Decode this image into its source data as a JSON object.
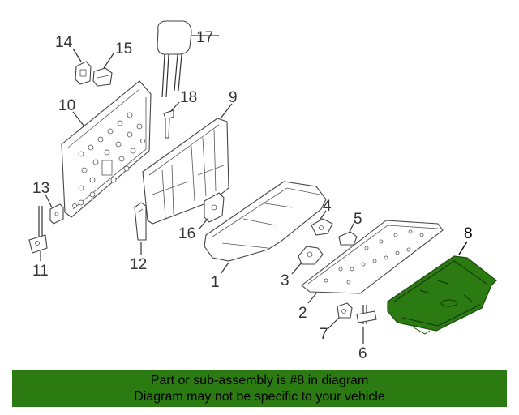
{
  "callouts": {
    "c1": "1",
    "c2": "2",
    "c3": "3",
    "c4": "4",
    "c5": "5",
    "c6": "6",
    "c7": "7",
    "c8": "8",
    "c9": "9",
    "c10": "10",
    "c11": "11",
    "c12": "12",
    "c13": "13",
    "c14": "14",
    "c15": "15",
    "c16": "16",
    "c17": "17",
    "c18": "18"
  },
  "highlighted_part": "8",
  "colors": {
    "highlight_fill": "#2b7a12",
    "banner_background": "#2b7a12",
    "line_art": "#444444"
  },
  "banner": {
    "line1": "Part or sub-assembly is #8 in diagram",
    "line2": "Diagram may not be specific to your vehicle"
  }
}
